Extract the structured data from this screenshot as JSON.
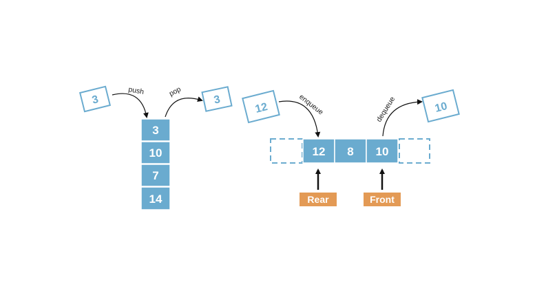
{
  "colors": {
    "cell_fill": "#6aabcf",
    "cell_border": "#6aabcf",
    "tag_fill": "#e39a55",
    "arrow": "#111111",
    "text_light": "#ffffff"
  },
  "stack": {
    "pushed_value": "3",
    "popped_value": "3",
    "push_label": "push",
    "pop_label": "pop",
    "items": [
      "3",
      "10",
      "7",
      "14"
    ]
  },
  "queue": {
    "enqueued_value": "12",
    "dequeued_value": "10",
    "enqueue_label": "enqueue",
    "dequeue_label": "dequeue",
    "items": [
      "12",
      "8",
      "10"
    ],
    "rear_label": "Rear",
    "front_label": "Front"
  }
}
